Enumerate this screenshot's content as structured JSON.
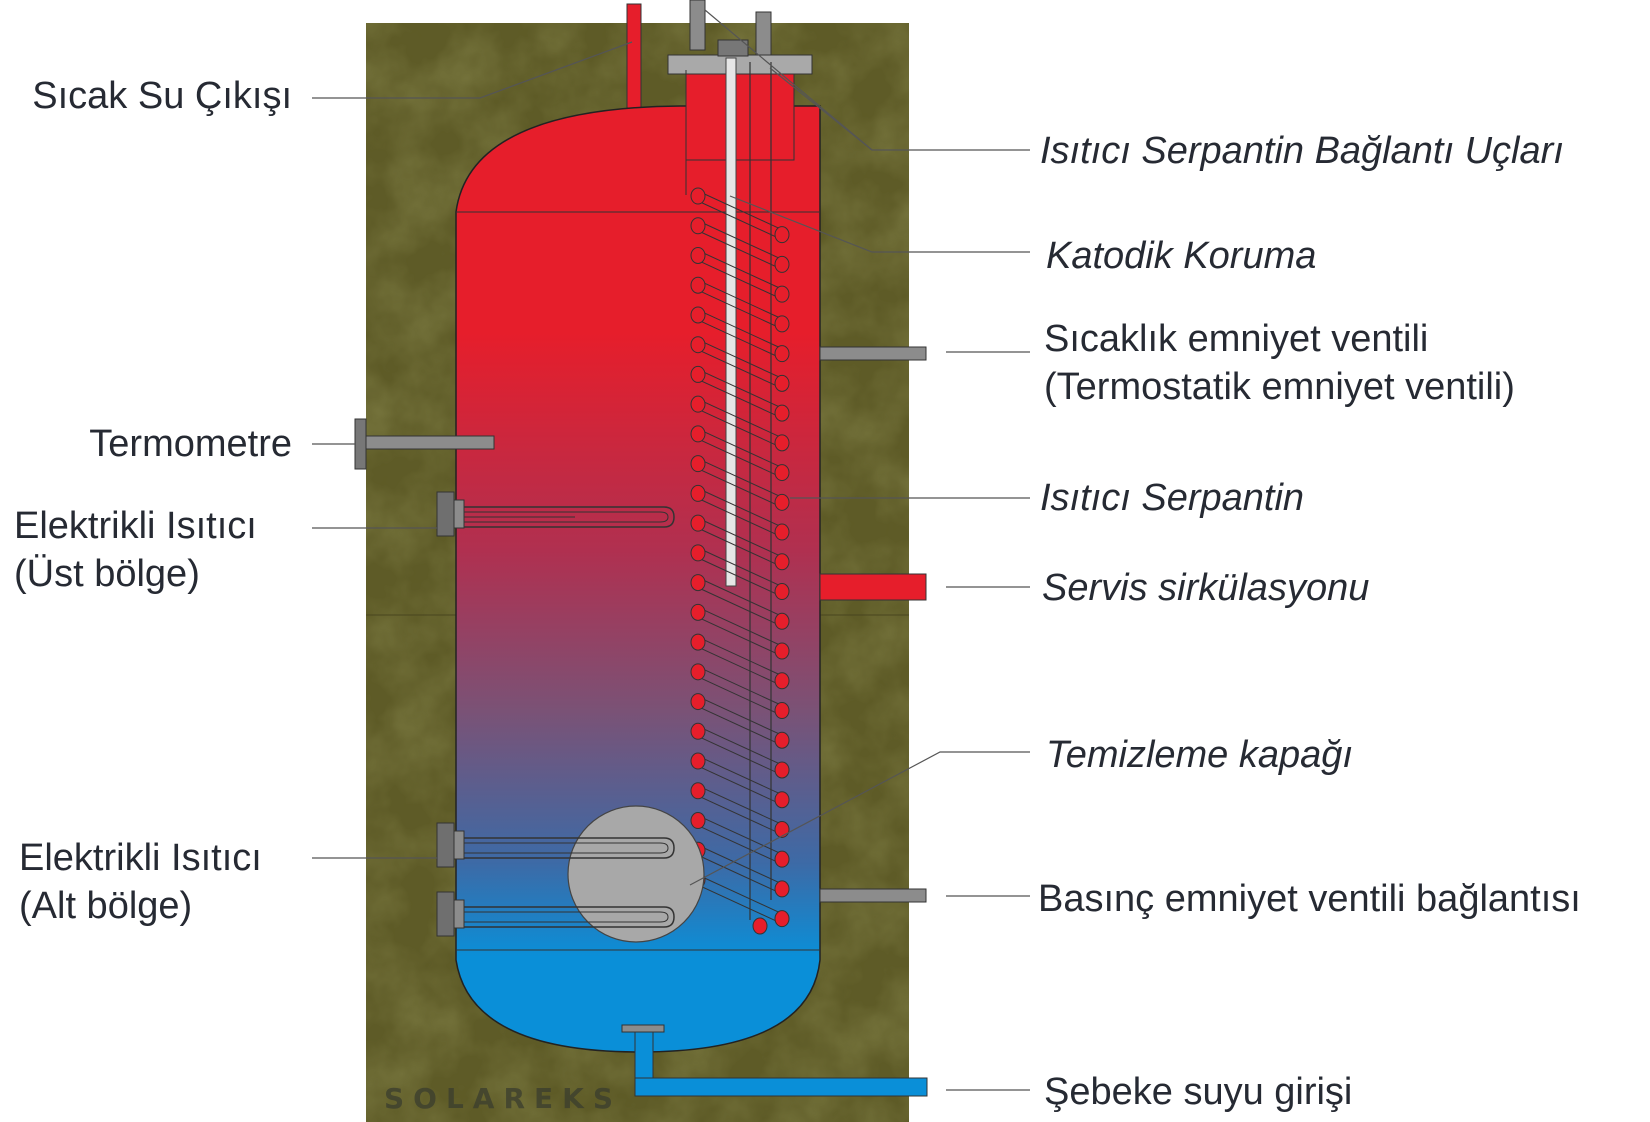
{
  "brand": "SOLAREKS",
  "colors": {
    "insulation": "#5e5b27",
    "hot": "#e61e2b",
    "cold": "#0a8fd8",
    "metal": "#8c8c8c",
    "coil": "#e61e2b",
    "leader": "#555555"
  },
  "labels": {
    "hot_outlet": "Sıcak Su Çıkışı",
    "thermometer": "Termometre",
    "heater_upper_l1": "Elektrikli Isıtıcı",
    "heater_upper_l2": "(Üst bölge)",
    "heater_lower_l1": "Elektrikli Isıtıcı",
    "heater_lower_l2": "(Alt bölge)",
    "coil_connections": "Isıtıcı Serpantin Bağlantı Uçları",
    "cathodic": "Katodik Koruma",
    "temp_valve_l1": "Sıcaklık emniyet ventili",
    "temp_valve_l2": "(Termostatik emniyet ventili)",
    "coil": "Isıtıcı Serpantin",
    "service": "Servis sirkülasyonu",
    "cleaning": "Temizleme kapağı",
    "pressure_valve": "Basınç emniyet ventili bağlantısı",
    "mains_inlet": "Şebeke suyu girişi"
  }
}
